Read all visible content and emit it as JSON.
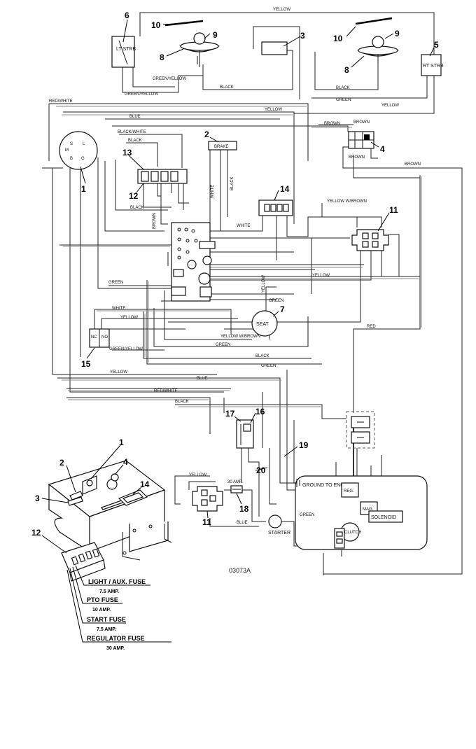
{
  "wire_labels": {
    "yellow_top": "YELLOW",
    "green_yellow_1": "GREEN/YELLOW",
    "green_yellow_2": "GREEN/YELLOW",
    "black_1": "BLACK",
    "black_2": "BLACK",
    "green_1": "GREEN",
    "yellow_2": "YELLOW",
    "red_white_1": "RED/WHITE",
    "blue_1": "BLUE",
    "yellow_3": "YELLOW",
    "brown_1": "BROWN",
    "brown_2": "BROWN",
    "brown_3": "BROWN",
    "brown_4": "BROWN",
    "black_white": "BLACK/WHITE",
    "black_3": "BLACK",
    "black_4": "BLACK",
    "white_1": "WHITE",
    "black_vert": "BLACK",
    "white_vert": "WHITE",
    "yellow_w_brown_1": "YELLOW W/BROWN",
    "white_2": "WHITE",
    "yellow_4": "YELLOW",
    "green_2": "GREEN",
    "yellow_vert": "YELLOW",
    "green_3": "GREEN",
    "white_3": "WHITE",
    "yellow_5": "YELLOW",
    "green_yellow_3": "GREEN/YELLOW",
    "yellow_w_brown_2": "YELLOW W/BROWN",
    "green_4": "GREEN",
    "black_5": "BLACK",
    "green_5": "GREEN",
    "red_1": "RED",
    "yellow_6": "YELLOW",
    "blue_2": "BLUE",
    "red_white_2": "RED/WHITE",
    "black_6": "BLACK",
    "yellow_7": "YELLOW",
    "blue_3": "BLUE",
    "green_6": "GREEN"
  },
  "components": {
    "left_strobe": "LT STRB",
    "right_strobe": "RT STRB",
    "brake": "BRAKE",
    "seat": "SEAT",
    "ground": "GROUND TO ENGINE",
    "starter": "STARTER",
    "reg": "REG.",
    "mag": "MAG.",
    "solenoid": "SOLENOID",
    "clutch": "CLUTCH",
    "fuse_30amp": "30 AMP.",
    "switch_no": "NO",
    "switch_nc": "NC",
    "ign_s": "S",
    "ign_l": "L",
    "ign_m": "M",
    "ign_g": "G",
    "ign_b": "B"
  },
  "callouts": [
    "1",
    "2",
    "3",
    "4",
    "5",
    "6",
    "7",
    "8",
    "9",
    "10",
    "11",
    "12",
    "13",
    "14",
    "15",
    "16",
    "17",
    "18",
    "19",
    "20"
  ],
  "fuses": [
    {
      "name": "LIGHT / AUX. FUSE",
      "rating": "7.5 AMP."
    },
    {
      "name": "PTO FUSE",
      "rating": "10 AMP."
    },
    {
      "name": "START FUSE",
      "rating": "7.5 AMP."
    },
    {
      "name": "REGULATOR FUSE",
      "rating": "30 AMP."
    }
  ],
  "drawing_number": "03073A"
}
